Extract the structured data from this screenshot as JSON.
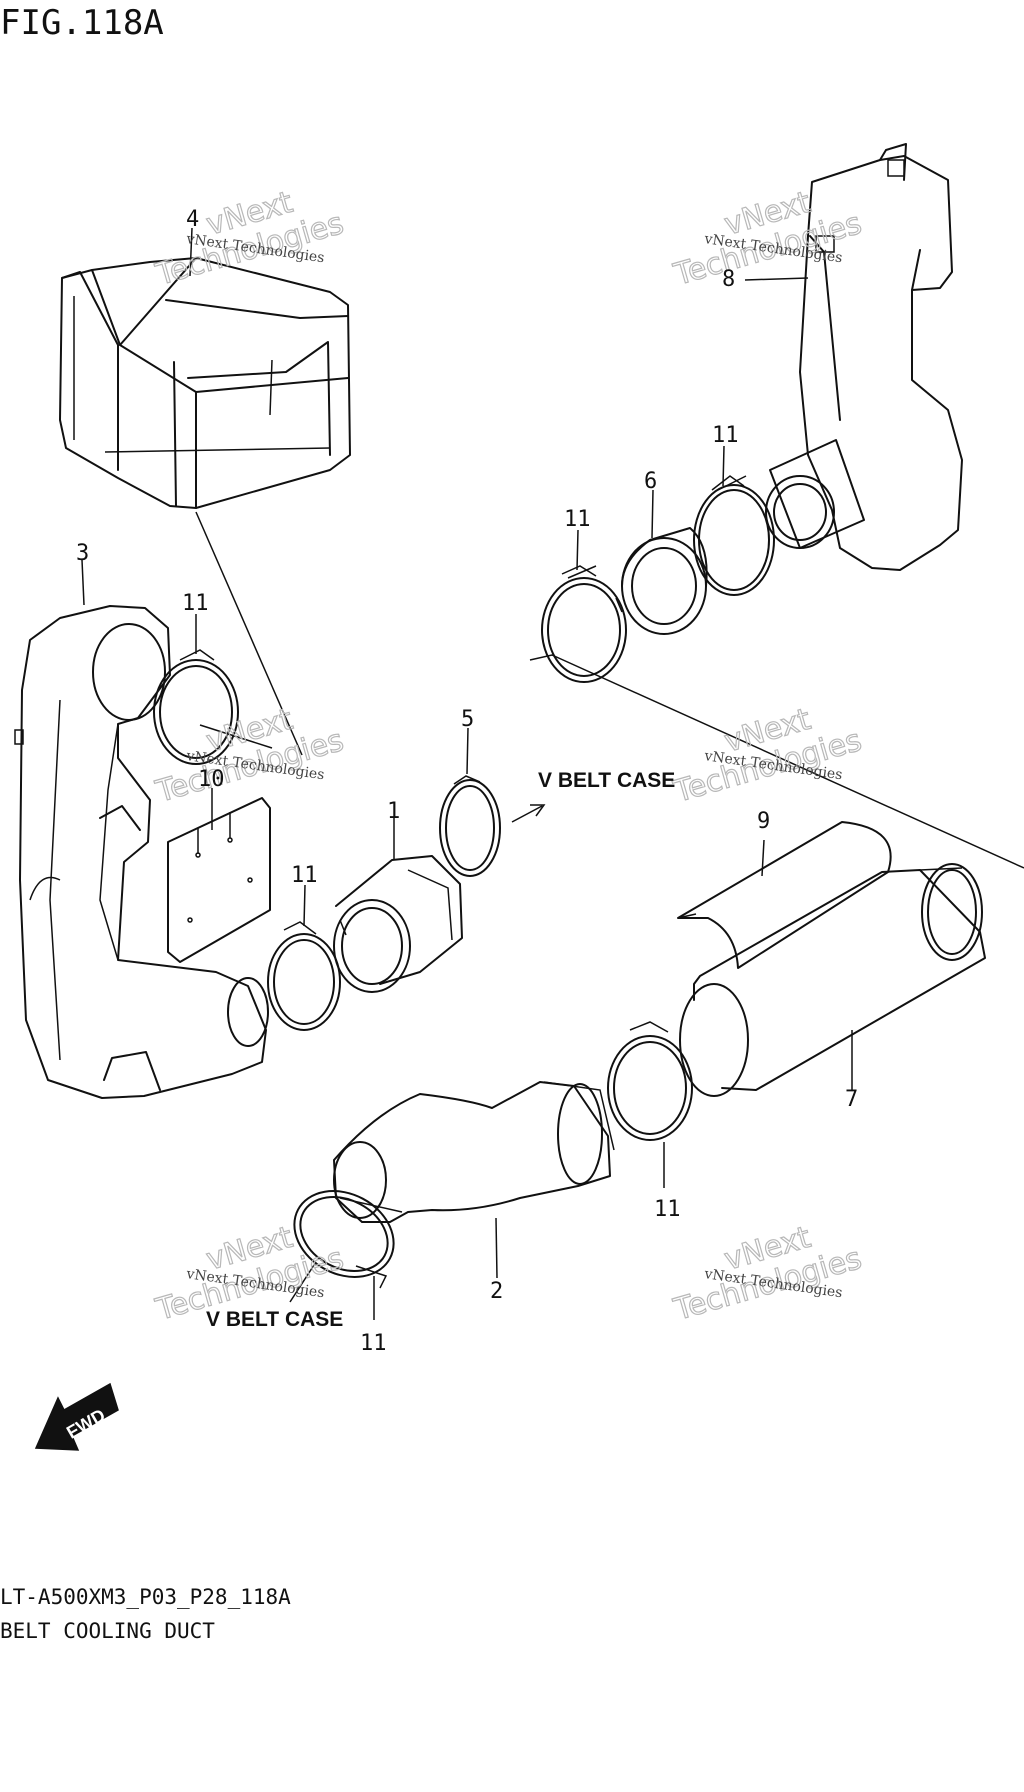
{
  "figure": {
    "title": "FIG.118A",
    "model_code": "LT-A500XM3_P03_P28_118A",
    "section_title": "BELT COOLING DUCT"
  },
  "annotations": {
    "v_belt_case_upper": "V BELT CASE",
    "v_belt_case_lower": "V BELT CASE",
    "fwd_label": "FWD"
  },
  "callouts": [
    {
      "id": "c4",
      "label": "4"
    },
    {
      "id": "c8",
      "label": "8"
    },
    {
      "id": "c3",
      "label": "3"
    },
    {
      "id": "c11a",
      "label": "11"
    },
    {
      "id": "c11b",
      "label": "11"
    },
    {
      "id": "c6",
      "label": "6"
    },
    {
      "id": "c11c",
      "label": "11"
    },
    {
      "id": "c10",
      "label": "10"
    },
    {
      "id": "c1",
      "label": "1"
    },
    {
      "id": "c5",
      "label": "5"
    },
    {
      "id": "c11d",
      "label": "11"
    },
    {
      "id": "c9",
      "label": "9"
    },
    {
      "id": "c7",
      "label": "7"
    },
    {
      "id": "c11e",
      "label": "11"
    },
    {
      "id": "c2",
      "label": "2"
    },
    {
      "id": "c11f",
      "label": "11"
    }
  ],
  "watermark": {
    "small": "vNext Technologies",
    "big_line1": "vNext",
    "big_line2": "Technologies"
  }
}
